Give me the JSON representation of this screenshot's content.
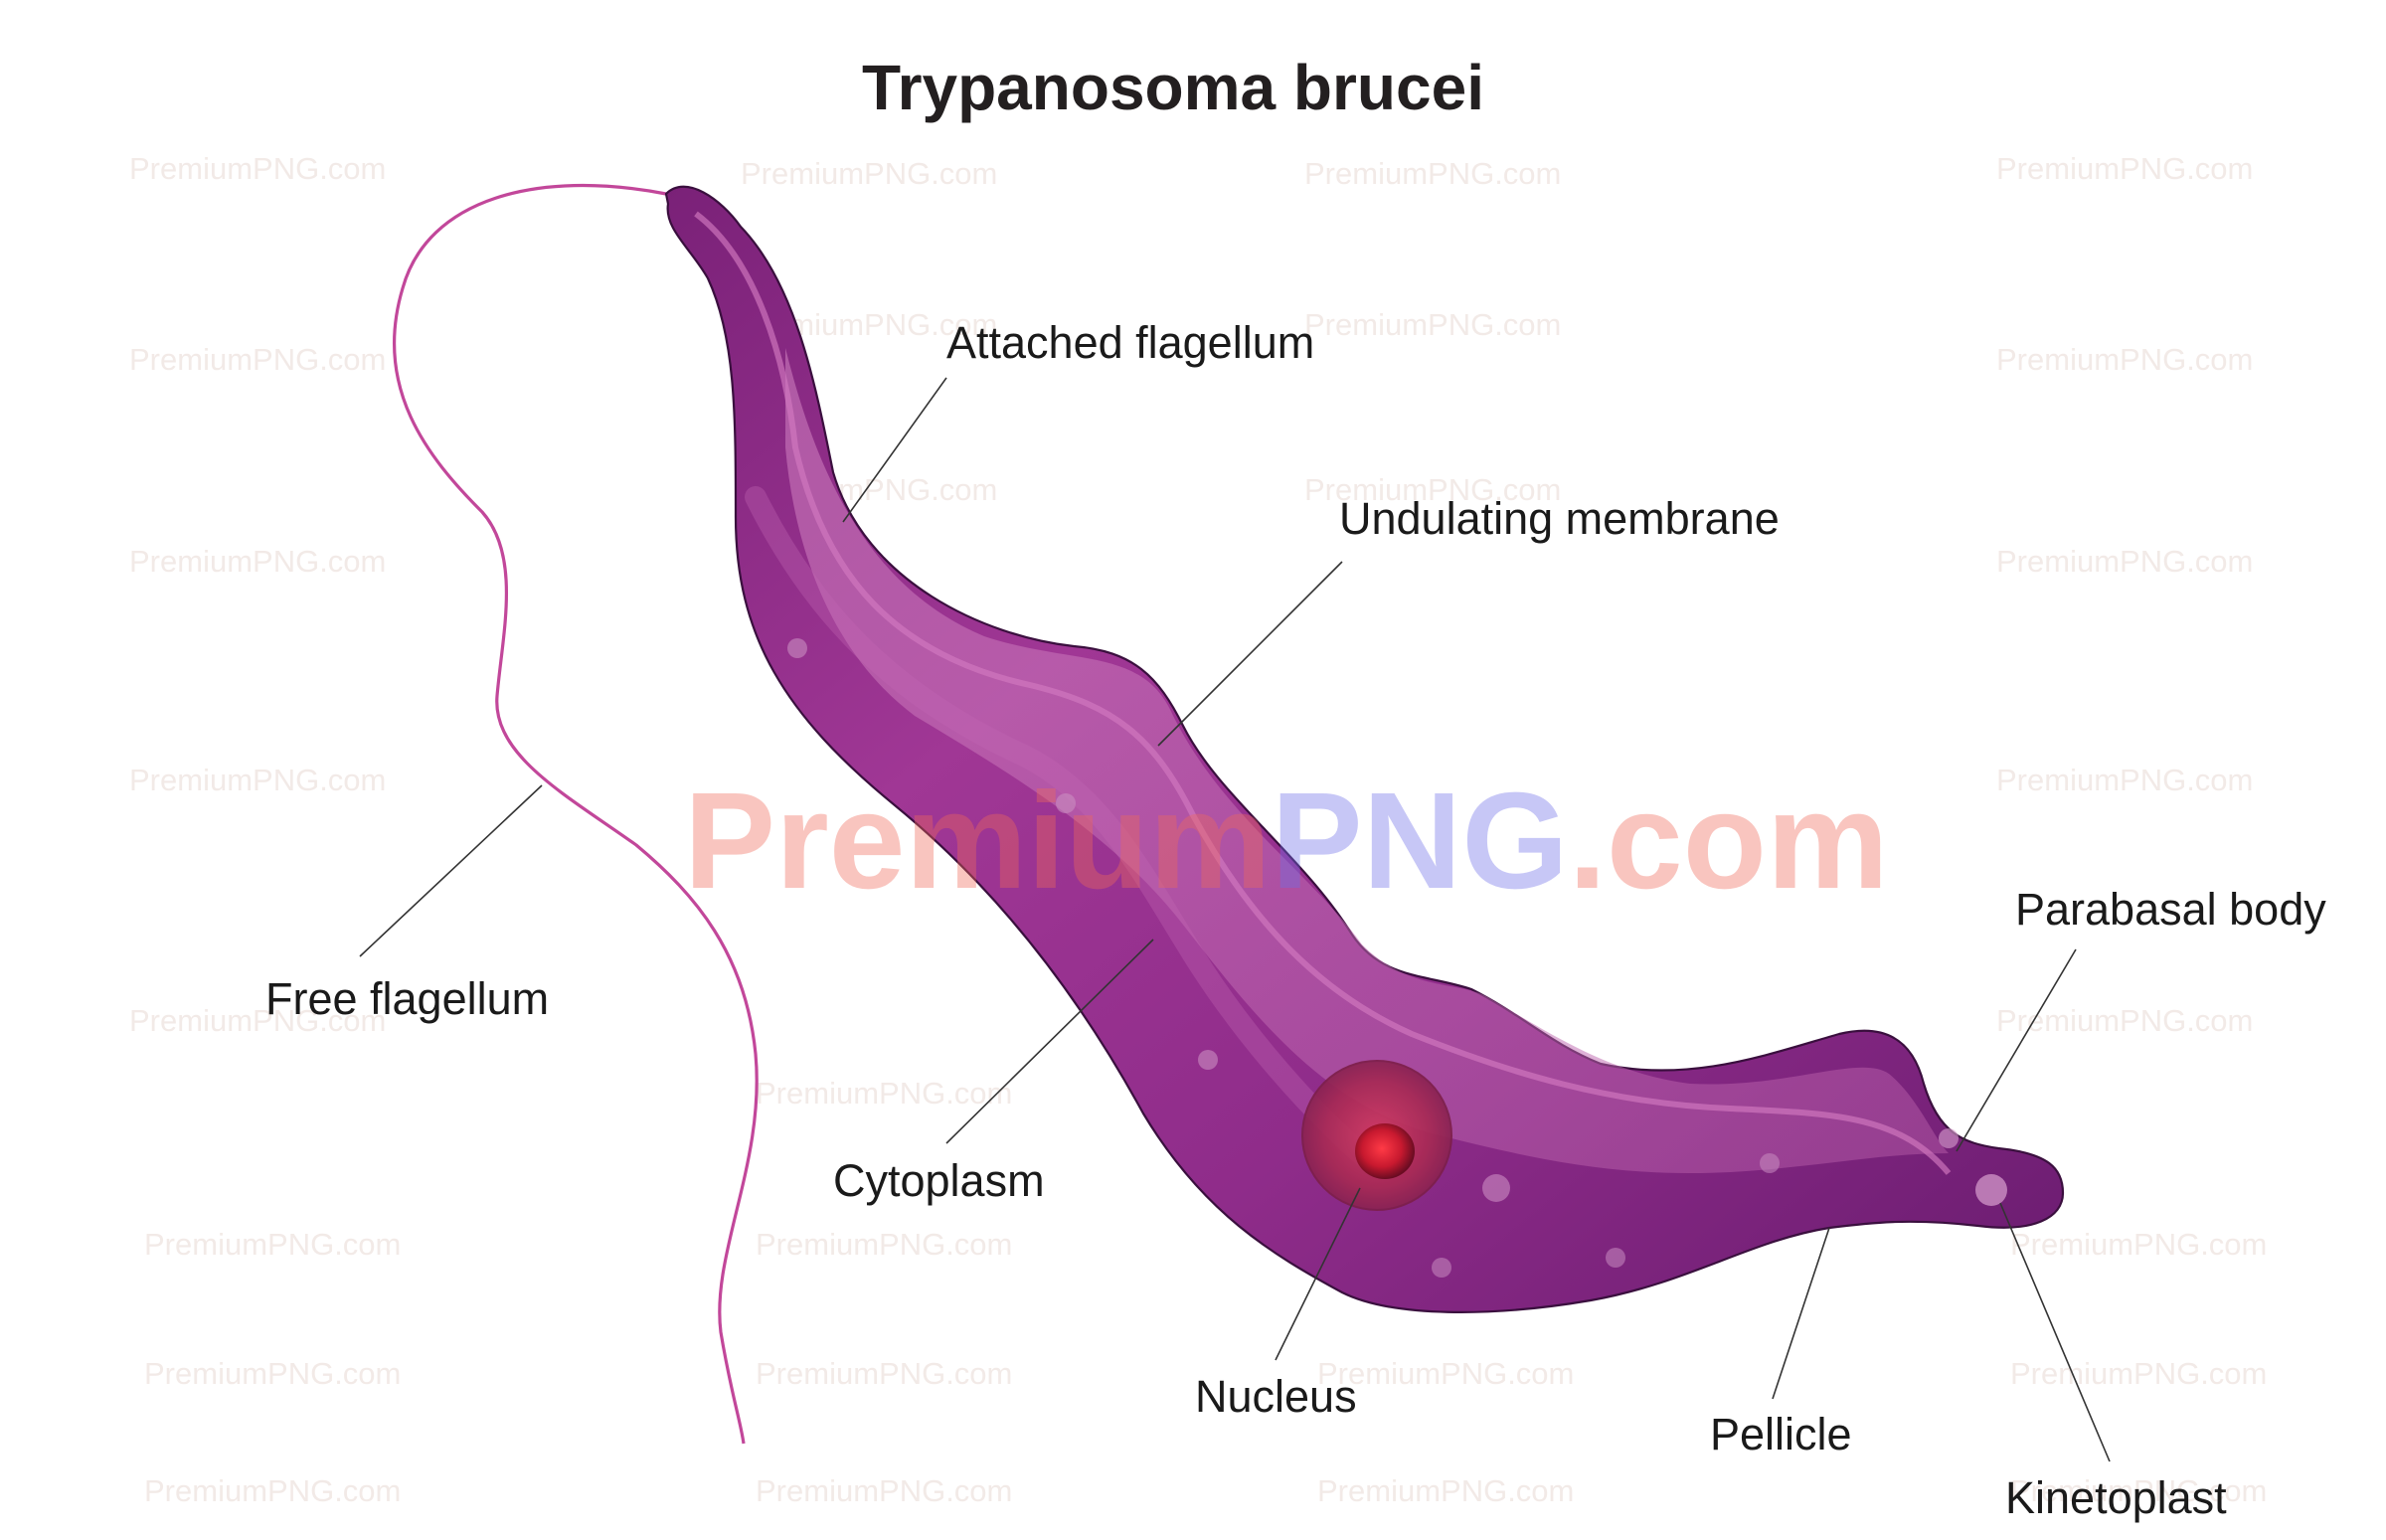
{
  "title": "Trypanosoma brucei",
  "labels": {
    "attached_flagellum": "Attached flagellum",
    "undulating_membrane": "Undulating membrane",
    "free_flagellum": "Free flagellum",
    "cytoplasm": "Cytoplasm",
    "nucleus": "Nucleus",
    "pellicle": "Pellicle",
    "parabasal_body": "Parabasal body",
    "kinetoplast": "Kinetoplast"
  },
  "watermark": {
    "main_part1": "Premium",
    "main_part2": "PNG",
    "main_part3": ".com",
    "small": "PremiumPNG.com"
  },
  "colors": {
    "body_dark": "#6d1b72",
    "body_mid": "#96308f",
    "body_light": "#c25fb0",
    "flagellum": "#c2479a",
    "nucleus": "#a8284e",
    "nucleus_core": "#d21a3a",
    "text": "#1a1a1a"
  }
}
